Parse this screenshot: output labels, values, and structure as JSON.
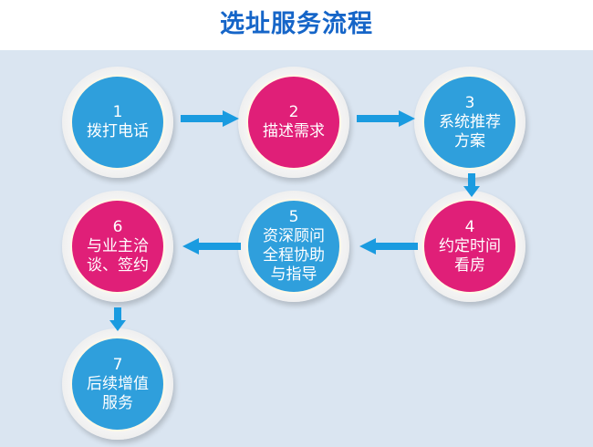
{
  "title": "选址服务流程",
  "colors": {
    "blue": "#2f9fdc",
    "pink": "#e01f78",
    "arrow": "#1a9be0",
    "title": "#1565c8"
  },
  "steps": [
    {
      "num": "1",
      "lines": [
        "拨打电话"
      ],
      "color": "blue"
    },
    {
      "num": "2",
      "lines": [
        "描述需求"
      ],
      "color": "pink"
    },
    {
      "num": "3",
      "lines": [
        "系统推荐",
        "方案"
      ],
      "color": "blue"
    },
    {
      "num": "4",
      "lines": [
        "约定时间",
        "看房"
      ],
      "color": "pink"
    },
    {
      "num": "5",
      "lines": [
        "资深顾问",
        "全程协助",
        "与指导"
      ],
      "color": "blue"
    },
    {
      "num": "6",
      "lines": [
        "与业主洽",
        "谈、签约"
      ],
      "color": "pink"
    },
    {
      "num": "7",
      "lines": [
        "后续增值",
        "服务"
      ],
      "color": "blue"
    }
  ]
}
